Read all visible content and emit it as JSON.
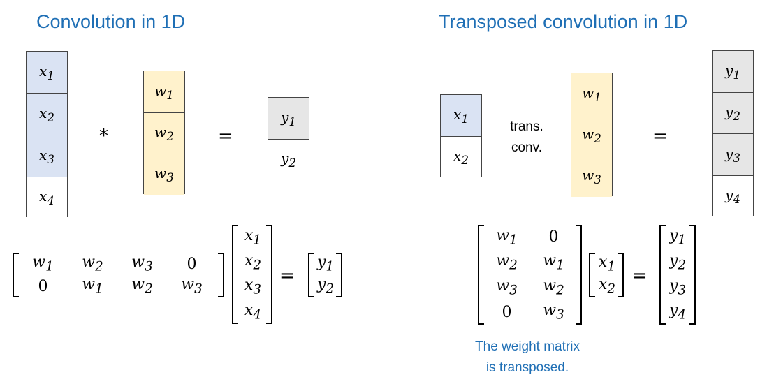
{
  "left": {
    "title": "Convolution in 1D",
    "x": [
      "x1",
      "x2",
      "x3",
      "x4"
    ],
    "w": [
      "w1",
      "w2",
      "w3"
    ],
    "y": [
      "y1",
      "y2"
    ],
    "operator": "*",
    "equals": "=",
    "matrix": [
      [
        "w1",
        "w2",
        "w3",
        "0"
      ],
      [
        "0",
        "w1",
        "w2",
        "w3"
      ]
    ],
    "vec_x": [
      "x1",
      "x2",
      "x3",
      "x4"
    ],
    "vec_y": [
      "y1",
      "y2"
    ]
  },
  "right": {
    "title": "Transposed convolution in 1D",
    "x": [
      "x1",
      "x2"
    ],
    "w": [
      "w1",
      "w2",
      "w3"
    ],
    "y": [
      "y1",
      "y2",
      "y3",
      "y4"
    ],
    "operator_lines": [
      "trans.",
      "conv."
    ],
    "equals": "=",
    "matrix": [
      [
        "w1",
        "0"
      ],
      [
        "w2",
        "w1"
      ],
      [
        "w3",
        "w2"
      ],
      [
        "0",
        "w3"
      ]
    ],
    "vec_x": [
      "x1",
      "x2"
    ],
    "vec_y": [
      "y1",
      "y2",
      "y3",
      "y4"
    ],
    "note_lines": [
      "The weight matrix",
      "is transposed."
    ]
  },
  "colors": {
    "title": "#1f6fb5",
    "input": "#dae3f3",
    "kernel": "#fff2cc",
    "output": "#e6e6e6"
  }
}
